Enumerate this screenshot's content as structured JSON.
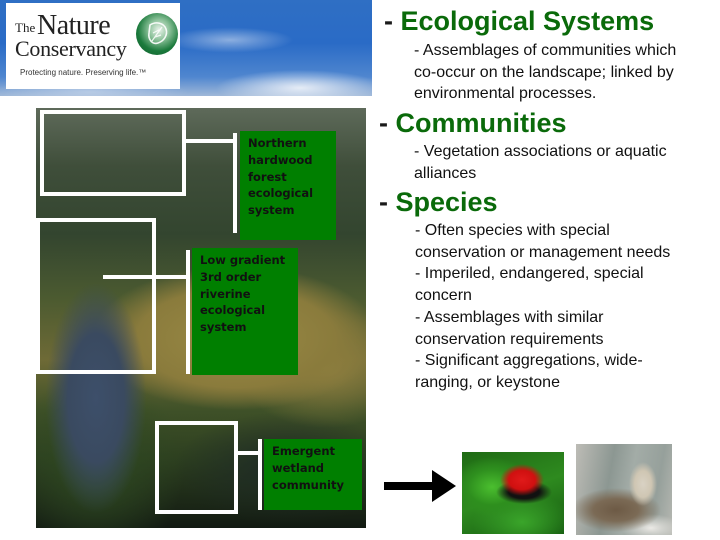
{
  "header": {
    "logo": {
      "the": "The",
      "nature": "Nature",
      "conservancy": "Conservancy",
      "tagline": "Protecting nature. Preserving life.™",
      "icon": "globe-leaf-icon"
    }
  },
  "photo_labels": [
    {
      "lines": [
        "Northern",
        "hardwood",
        "forest",
        "ecological",
        "system"
      ]
    },
    {
      "lines": [
        "Low gradient",
        "3rd order",
        "riverine",
        "ecological",
        "system"
      ]
    },
    {
      "lines": [
        "Emergent",
        "wetland",
        "community"
      ]
    }
  ],
  "sections": [
    {
      "dash": "- ",
      "title": "Ecological Systems",
      "lines": [
        "- Assemblages of communities which",
        "co-occur on the landscape; linked by",
        "environmental processes."
      ]
    },
    {
      "dash": "- ",
      "title": "Communities",
      "lines": [
        "- Vegetation associations or aquatic",
        "alliances"
      ]
    },
    {
      "dash": "- ",
      "title": "Species",
      "lines": [
        "- Often species with special",
        "conservation or management needs",
        "- Imperiled, endangered, special",
        "concern",
        "- Assemblages with similar",
        "conservation requirements",
        "- Significant aggregations, wide-",
        "ranging, or keystone"
      ]
    }
  ],
  "species_images": [
    {
      "subject": "scarlet tanager bird"
    },
    {
      "subject": "river otter"
    }
  ],
  "colors": {
    "heading_green": "#0a6a0a",
    "label_green": "#007f00",
    "outline_white": "#ffffff"
  }
}
